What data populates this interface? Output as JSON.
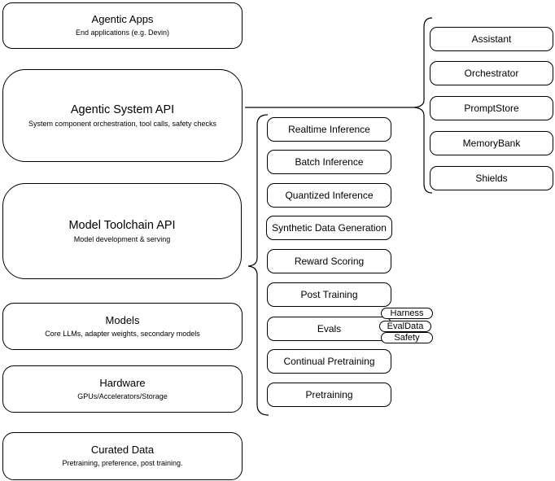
{
  "stack": [
    {
      "title": "Agentic Apps",
      "subtitle": "End applications (e.g. Devin)"
    },
    {
      "title": "Agentic System API",
      "subtitle": "System component orchestration, tool calls, safety checks"
    },
    {
      "title": "Model Toolchain API",
      "subtitle": "Model development & serving"
    },
    {
      "title": "Models",
      "subtitle": "Core LLMs, adapter weights, secondary models"
    },
    {
      "title": "Hardware",
      "subtitle": "GPUs/Accelerators/Storage"
    },
    {
      "title": "Curated Data",
      "subtitle": "Pretraining, preference, post training."
    }
  ],
  "toolchain": {
    "items": [
      "Realtime Inference",
      "Batch Inference",
      "Quantized Inference",
      "Synthetic Data Generation",
      "Reward Scoring",
      "Post Training",
      "Evals",
      "Continual Pretraining",
      "Pretraining"
    ]
  },
  "evals_tags": [
    "Harness",
    "EvalData",
    "Safety"
  ],
  "system_components": [
    "Assistant",
    "Orchestrator",
    "PromptStore",
    "MemoryBank",
    "Shields"
  ],
  "colors": {
    "stroke": "#000000",
    "fill": "#ffffff",
    "text": "#000000"
  }
}
